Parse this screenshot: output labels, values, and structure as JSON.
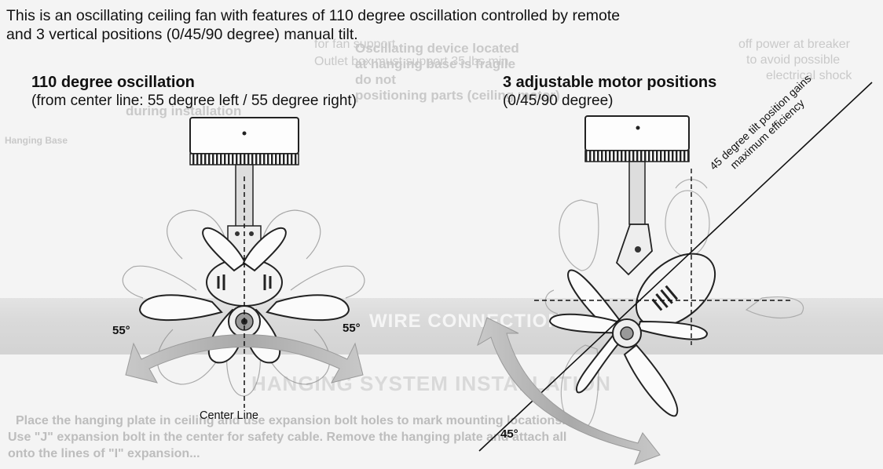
{
  "intro": {
    "line1": "This is an oscillating ceiling fan with features of 110 degree oscillation controlled by remote",
    "line2": "and 3 vertical positions (0/45/90 degree) manual tilt."
  },
  "oscillation": {
    "heading": "110 degree oscillation",
    "subheading": "(from center line: 55 degree left / 55 degree right)",
    "left_angle": "55°",
    "right_angle": "55°",
    "center_line": "Center Line"
  },
  "tilt": {
    "heading": "3 adjustable motor positions",
    "subheading": "(0/45/90 degree)",
    "angle_label": "45°",
    "annotation_line1": "45 degree tilt position gains",
    "annotation_line2": "maximum efficiency"
  },
  "background_bleed": {
    "ghost1": "Oscillating device located",
    "ghost2": "at hanging base is fragile",
    "ghost3": "do not",
    "ghost4": "positioning parts (ceiling motor)",
    "ghost5": "during installation",
    "ghost6": "Outlet box must support 35 lbs min",
    "ghost7": "for fan support",
    "ghost8": "off power at breaker",
    "ghost9": "to avoid possible",
    "ghost10": "electrical shock",
    "ghost11": "Hanging Base",
    "band_title_1": "WIRE CONNECTION",
    "band_title_2": "HANGING SYSTEM INSTALLATION",
    "bottom1": "Place the hanging plate in ceiling and use expansion bolt holes to mark mounting locations.",
    "bottom2": "Use \"J\" expansion bolt in the center for safety cable. Remove the hanging plate and attach all",
    "bottom3": "onto the lines of \"I\" expansion..."
  }
}
